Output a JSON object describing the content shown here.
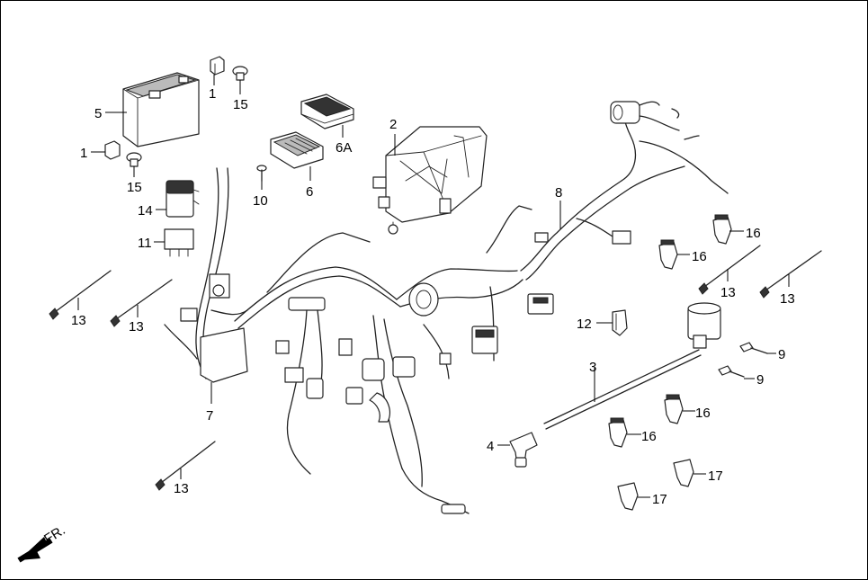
{
  "callouts": {
    "c1a": "1",
    "c1b": "1",
    "c2": "2",
    "c3": "3",
    "c4": "4",
    "c5": "5",
    "c6": "6",
    "c6a": "6A",
    "c7": "7",
    "c8": "8",
    "c9a": "9",
    "c9b": "9",
    "c10": "10",
    "c11": "11",
    "c12": "12",
    "c13a": "13",
    "c13b": "13",
    "c13c": "13",
    "c13d": "13",
    "c13e": "13",
    "c14": "14",
    "c15a": "15",
    "c15b": "15",
    "c16a": "16",
    "c16b": "16",
    "c16c": "16",
    "c16d": "16",
    "c17a": "17",
    "c17b": "17"
  },
  "direction": {
    "label": "FR."
  }
}
